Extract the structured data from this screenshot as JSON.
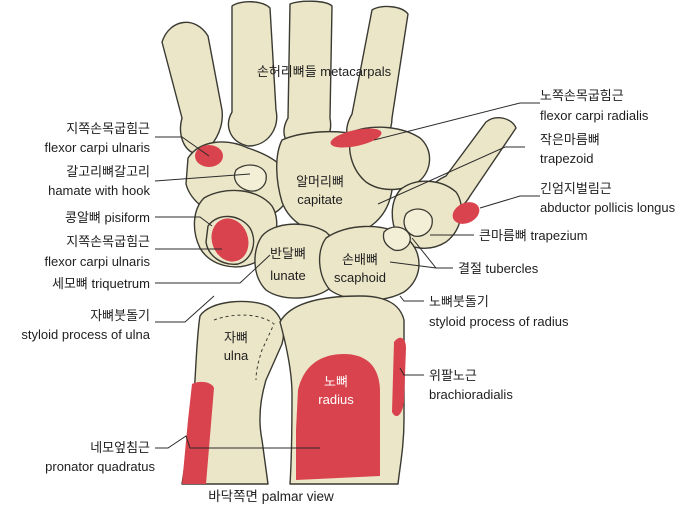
{
  "diagram": {
    "colors": {
      "bone": "#ece6c8",
      "bone_outline": "#3a3a32",
      "muscle_insertion": "#d9434d",
      "leader": "#2b2b2b"
    },
    "caption": "바닥쪽면 palmar view",
    "labels": {
      "metacarpals": "손허리뼈들 metacarpals",
      "capitate_ko": "알머리뼈",
      "capitate_en": "capitate",
      "lunate_ko": "반달뼈",
      "lunate_en": "lunate",
      "scaphoid_ko": "손배뼈",
      "scaphoid_en": "scaphoid",
      "ulna_ko": "자뼈",
      "ulna_en": "ulna",
      "radius_ko": "노뼈",
      "radius_en": "radius",
      "fcu1_ko": "지쪽손목굽힘근",
      "fcu1_en": "flexor carpi ulnaris",
      "hamate_ko": "갈고리뼈갈고리",
      "hamate_en": "hamate with hook",
      "pisiform": "콩알뼈 pisiform",
      "fcu2_ko": "지쪽손목굽힘근",
      "fcu2_en": "flexor carpi ulnaris",
      "triquetrum": "세모뼈 triquetrum",
      "styloid_ulna_ko": "자뼈붓돌기",
      "styloid_ulna_en": "styloid process of ulna",
      "pronator_ko": "네모엎침근",
      "pronator_en": "pronator quadratus",
      "fcr_ko": "노쪽손목굽힘근",
      "fcr_en": "flexor carpi radialis",
      "trapezoid_ko": "작은마름뼈",
      "trapezoid_en": "trapezoid",
      "apl_ko": "긴엄지벌림근",
      "apl_en": "abductor pollicis longus",
      "trapezium": "큰마름뼈 trapezium",
      "tubercles": "결절 tubercles",
      "styloid_radius_ko": "노뼈붓돌기",
      "styloid_radius_en": "styloid process of radius",
      "brachio_ko": "위팔노근",
      "brachio_en": "brachioradialis"
    }
  }
}
